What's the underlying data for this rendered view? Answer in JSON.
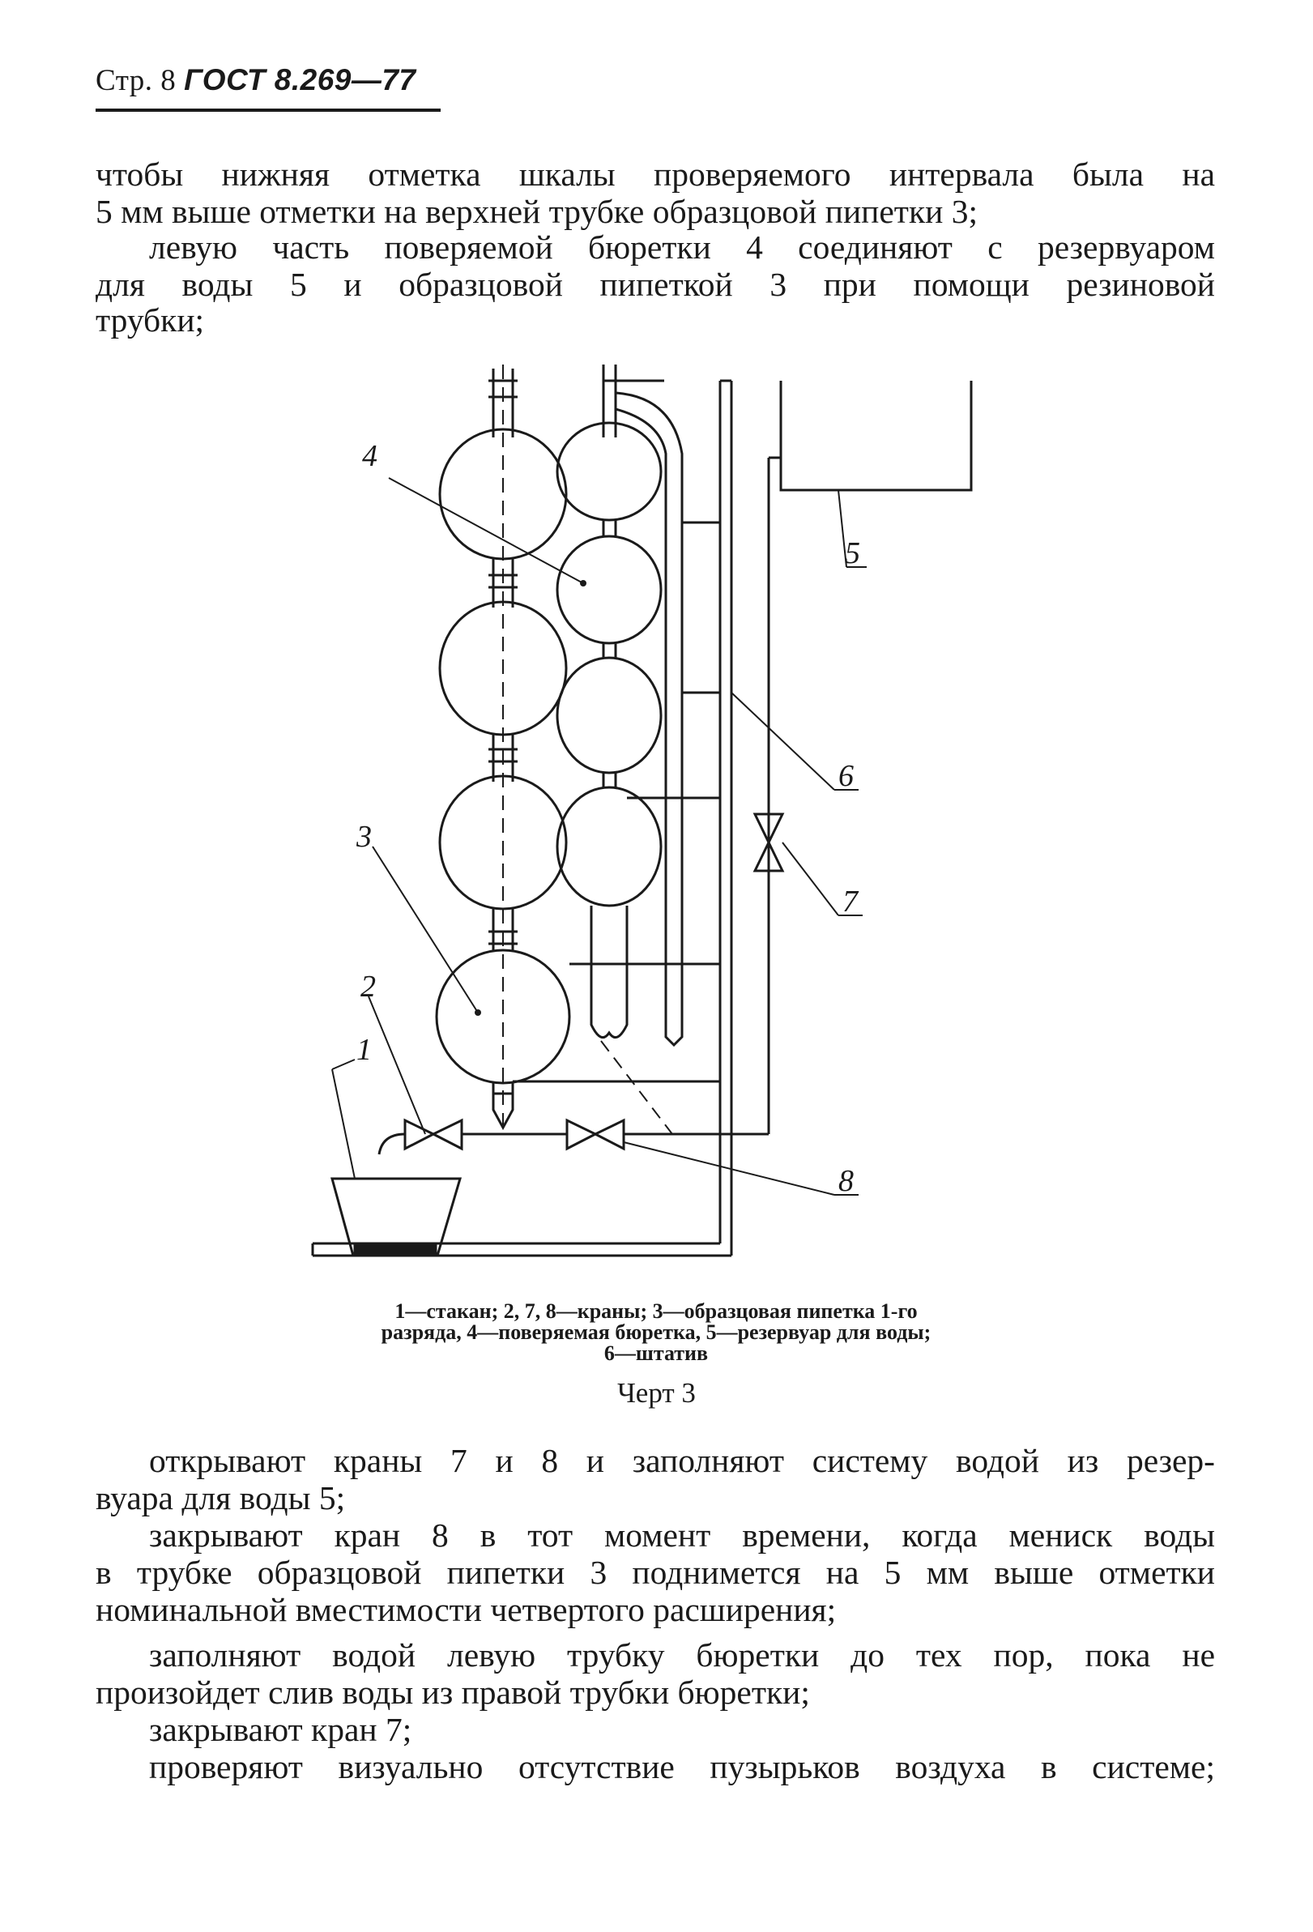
{
  "header": {
    "page": "Стр. 8",
    "standard": "ГОСТ 8.269—77"
  },
  "top_text": {
    "lines": [
      "чтобы нижняя отметка шкалы проверяемого интервала была на",
      "5 мм выше отметки на верхней трубке образцовой пипетки 3;",
      "левую часть поверяемой бюретки 4 соединяют с резервуаром",
      "для воды 5 и образцовой пипеткой 3 при помощи резиновой",
      "трубки;"
    ]
  },
  "figure": {
    "labels": [
      "1",
      "2",
      "3",
      "4",
      "5",
      "6",
      "7",
      "8"
    ],
    "caption_lines": [
      "1—стакан; 2, 7, 8—краны; 3—образцовая пипетка 1-го",
      "разряда, 4—поверяемая бюретка, 5—резервуар для воды;",
      "6—штатив"
    ],
    "title": "Черт 3"
  },
  "bottom_text": {
    "lines": [
      "открывают краны 7 и 8 и заполняют систему водой из резер-",
      "вуара для воды 5;",
      "закрывают кран 8 в тот момент времени, когда мениск воды",
      "в трубке образцовой пипетки 3 поднимется на 5 мм выше отметки",
      "номинальной вместимости четвертого расширения;",
      "заполняют водой левую трубку бюретки до тех пор, пока не",
      "произойдет слив воды из правой трубки бюретки;",
      "закрывают кран 7;",
      "проверяют визуально отсутствие пузырьков воздуха в системе;"
    ]
  }
}
